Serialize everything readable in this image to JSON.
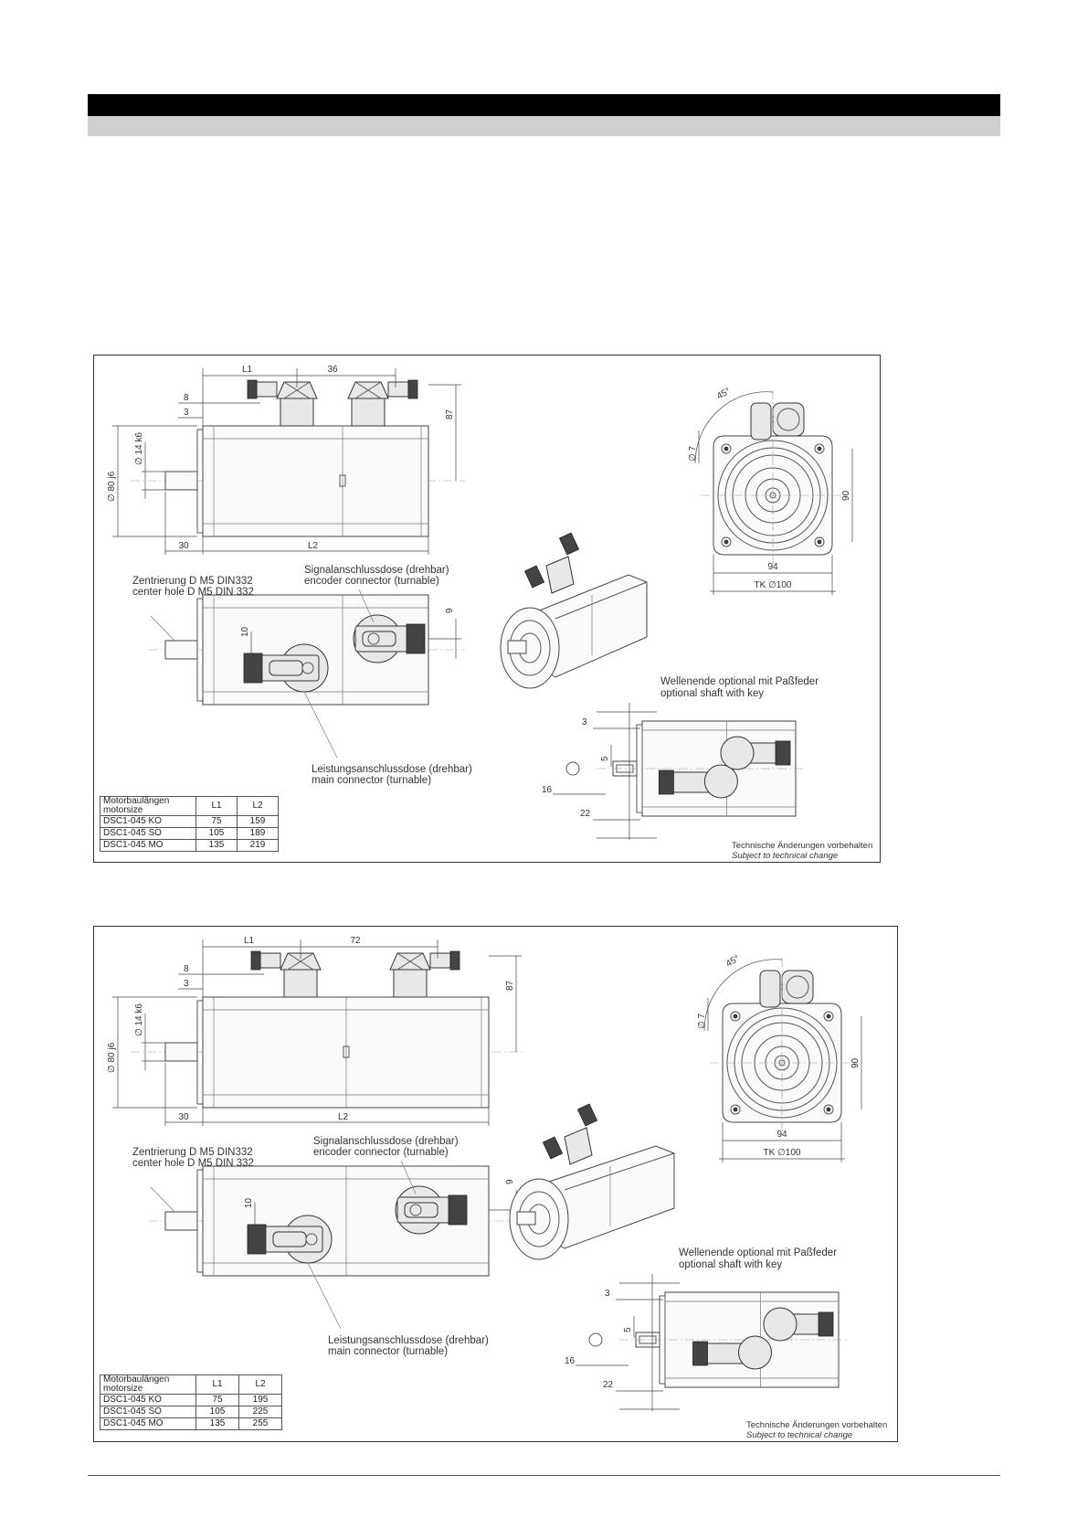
{
  "drawings": [
    {
      "dims": {
        "l1": "L1",
        "l2": "L2",
        "connector_spacing": "36",
        "d8": "8",
        "d3": "3",
        "h87": "87",
        "shaft_dia": "∅ 14 k6",
        "flange_dia": "∅ 80 j6",
        "len30": "30",
        "d10": "10",
        "d9": "9",
        "angle": "45°",
        "hole_dia": "∅ 7",
        "h90": "90",
        "w94": "94",
        "tk": "TK ∅100",
        "s3": "3",
        "s5": "5",
        "s16": "16",
        "s22": "22"
      },
      "labels": {
        "center_hole_de": "Zentrierung D M5 DIN332",
        "center_hole_en": "center hole D M5 DIN 332",
        "encoder_de": "Signalanschlussdose (drehbar)",
        "encoder_en": "encoder connector (turnable)",
        "main_de": "Leistungsanschlussdose (drehbar)",
        "main_en": "main connector (turnable)",
        "shaft_de": "Wellenende optional mit Paßfeder",
        "shaft_en": "optional shaft with key"
      },
      "table": {
        "headers": [
          "Motorbaulängen motorsize",
          "L1",
          "L2"
        ],
        "rows": [
          [
            "DSC1-045 KO",
            "75",
            "159"
          ],
          [
            "DSC1-045 SO",
            "105",
            "189"
          ],
          [
            "DSC1-045 MO",
            "135",
            "219"
          ]
        ]
      },
      "note_de": "Technische Änderungen vorbehalten",
      "note_en": "Subject to technical change"
    },
    {
      "dims": {
        "l1": "L1",
        "l2": "L2",
        "connector_spacing": "72",
        "d8": "8",
        "d3": "3",
        "h87": "87",
        "shaft_dia": "∅ 14 k6",
        "flange_dia": "∅ 80 j6",
        "len30": "30",
        "d10": "10",
        "d9": "9",
        "angle": "45°",
        "hole_dia": "∅ 7",
        "h90": "90",
        "w94": "94",
        "tk": "TK ∅100",
        "s3": "3",
        "s5": "5",
        "s16": "16",
        "s22": "22"
      },
      "labels": {
        "center_hole_de": "Zentrierung D M5 DIN332",
        "center_hole_en": "center hole D M5 DIN 332",
        "encoder_de": "Signalanschlussdose (drehbar)",
        "encoder_en": "encoder connector (turnable)",
        "main_de": "Leistungsanschlussdose (drehbar)",
        "main_en": "main connector (turnable)",
        "shaft_de": "Wellenende optional mit Paßfeder",
        "shaft_en": "optional shaft with key"
      },
      "table": {
        "headers": [
          "Motorbaulängen motorsize",
          "L1",
          "L2"
        ],
        "rows": [
          [
            "DSC1-045 KO",
            "75",
            "195"
          ],
          [
            "DSC1-045 SO",
            "105",
            "225"
          ],
          [
            "DSC1-045 MO",
            "135",
            "255"
          ]
        ]
      },
      "note_de": "Technische Änderungen vorbehalten",
      "note_en": "Subject to technical change"
    }
  ]
}
